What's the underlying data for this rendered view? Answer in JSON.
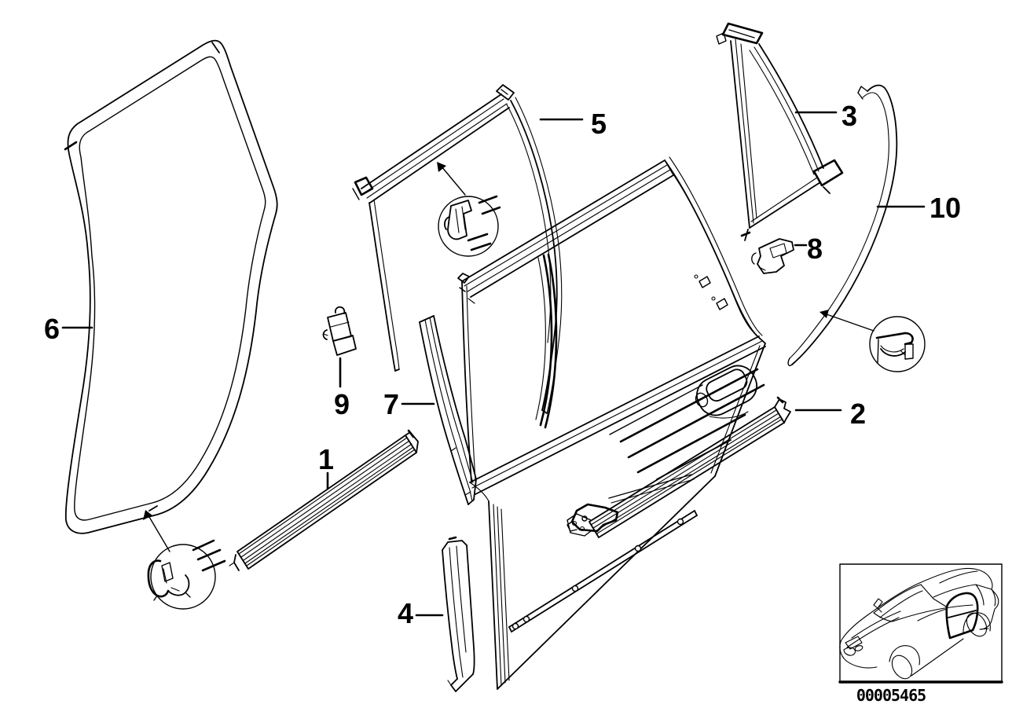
{
  "diagram": {
    "type": "exploded-parts-diagram",
    "drawing_number": "00005465",
    "colors": {
      "background": "#ffffff",
      "line": "#000000"
    },
    "callouts": [
      {
        "id": 1,
        "label": "1"
      },
      {
        "id": 2,
        "label": "2"
      },
      {
        "id": 3,
        "label": "3"
      },
      {
        "id": 4,
        "label": "4"
      },
      {
        "id": 5,
        "label": "5"
      },
      {
        "id": 6,
        "label": "6"
      },
      {
        "id": 7,
        "label": "7"
      },
      {
        "id": 8,
        "label": "8"
      },
      {
        "id": 9,
        "label": "9"
      },
      {
        "id": 10,
        "label": "10"
      }
    ]
  }
}
